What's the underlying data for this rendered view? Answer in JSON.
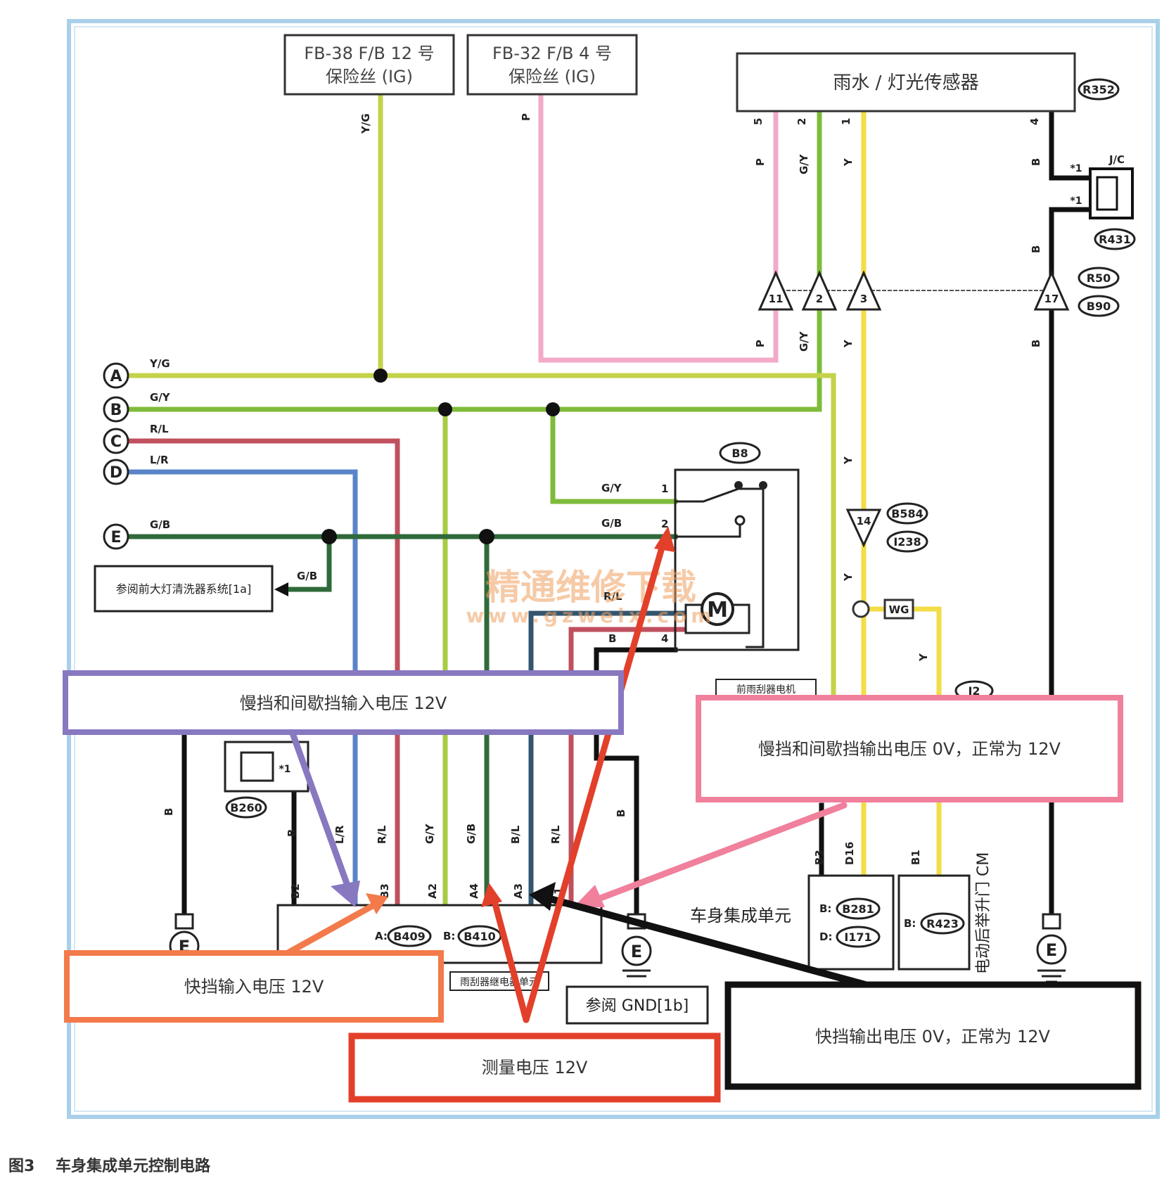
{
  "caption": {
    "figure": "图3",
    "title": "车身集成单元控制电路"
  },
  "fuses": [
    {
      "line1": "FB-38 F/B 12 号",
      "line2": "保险丝 (IG)"
    },
    {
      "line1": "FB-32 F/B 4 号",
      "line2": "保险丝 (IG)"
    }
  ],
  "sensor": {
    "label": "雨水 / 灯光传感器",
    "code": "R352",
    "pins": [
      "5",
      "2",
      "1",
      "4"
    ]
  },
  "connectors": {
    "jc": "J/C",
    "r431": "R431",
    "star1": "*1",
    "r50": "R50",
    "b90": "B90",
    "b584": "B584",
    "i238": "I238",
    "b8": "B8",
    "b260": "B260",
    "i2": "I2",
    "wg": "WG",
    "inline_ids": [
      "11",
      "2",
      "3",
      "17",
      "14"
    ]
  },
  "buses": [
    {
      "id": "A",
      "color_code": "Y/G",
      "color": "#c4d24a"
    },
    {
      "id": "B",
      "color_code": "G/Y",
      "color": "#7fbb3a"
    },
    {
      "id": "C",
      "color_code": "R/L",
      "color": "#c0505e"
    },
    {
      "id": "D",
      "color_code": "L/R",
      "color": "#5a84c8"
    },
    {
      "id": "E",
      "color_code": "G/B",
      "color": "#2f6a3a"
    }
  ],
  "wire_labels": {
    "yg": "Y/G",
    "p": "P",
    "gy": "G/Y",
    "y": "Y",
    "b": "B",
    "gb": "G/B",
    "rl": "R/L",
    "lr": "L/R",
    "bl": "B/L"
  },
  "motor": {
    "symbol": "M",
    "label": "前雨刮器电机",
    "pins": [
      "1",
      "2",
      "4"
    ]
  },
  "headlamp_ref": "参阅前大灯清洗器系统[1a]",
  "relay_unit": {
    "label": "雨刮器继电器单元",
    "conn_a_prefix": "A:",
    "conn_a": "B409",
    "conn_b_prefix": "B:",
    "conn_b": "B410",
    "pins": [
      "B2",
      "B3",
      "A2",
      "A4",
      "A3",
      "1"
    ]
  },
  "body_unit": {
    "label": "车身集成单元",
    "conn_b_prefix": "B:",
    "conn_b": "B281",
    "conn_d_prefix": "D:",
    "conn_d": "I171",
    "pins": [
      "B3",
      "D16"
    ]
  },
  "tailgate_unit": {
    "label": "电动后举升门 CM",
    "conn_prefix": "B:",
    "conn": "R423",
    "pin": "B1"
  },
  "ground_ref": "参阅 GND[1b]",
  "ground_symbol": "E",
  "callouts": {
    "slow_input": "慢挡和间歇挡输入电压 12V",
    "slow_output": "慢挡和间歇挡输出电压 0V，正常为 12V",
    "fast_input": "快挡输入电压 12V",
    "fast_output": "快挡输出电压 0V，正常为 12V",
    "measure": "测量电压 12V"
  },
  "watermark": {
    "line1": "精通维修下载",
    "line2": "www.gzweix.com"
  },
  "colors": {
    "frame": "#a9d0ea",
    "purple": "#8878c0",
    "pink": "#f0809c",
    "orange": "#f37a4a",
    "red": "#e2402a",
    "black": "#111111",
    "yellow": "#f2dd46",
    "pink_wire": "#f2aac8",
    "blue_wire": "#5a84c8",
    "red_wire": "#c0505e",
    "green_light": "#a7cc44",
    "green": "#7fbb3a",
    "dark_green": "#2f6a3a"
  }
}
